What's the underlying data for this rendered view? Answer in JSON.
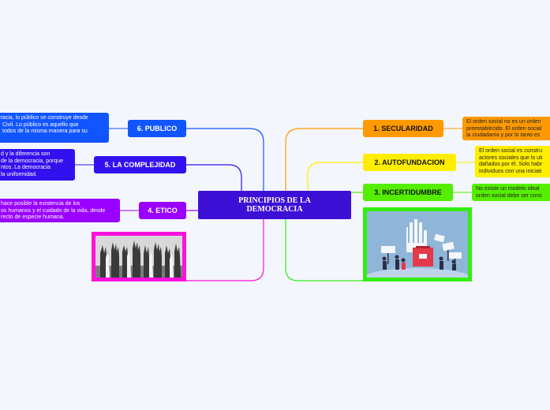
{
  "center": {
    "line1": "PRINCIPIOS DE LA",
    "line2": "DEMOCRACIA"
  },
  "colors": {
    "background": "#f3f6fc",
    "center": "#3d10d6",
    "secularidad": "#ff9900",
    "autofundacion": "#ffee00",
    "incertidumbre": "#55ee00",
    "publico": "#1155ff",
    "complejidad": "#3311ee",
    "etico": "#9900ff",
    "image_left": "#ff11dd",
    "image_right": "#33ee11"
  },
  "right": [
    {
      "key": "secularidad",
      "label": "1. SECULARIDAD",
      "note": [
        "El orden social no es un orden",
        "preestablecido. El orden social",
        "la ciudadanía y por lo tanto es"
      ]
    },
    {
      "key": "autofundacion",
      "label": "2. AUTOFUNDACION",
      "note": [
        "El orden social es constru",
        "actores sociales que lo uti",
        "dañados por él. Solo habr",
        "individuos con una iniciati"
      ]
    },
    {
      "key": "incertidumbre",
      "label": "3. INCERTIDUMBRE",
      "note": [
        "No existe un modelo ideal",
        "orden social debe ser cons"
      ]
    }
  ],
  "left": [
    {
      "key": "publico",
      "label": "6. PUBLICO",
      "note": [
        "cracia, lo público se construye desde",
        "Civil. Lo público es aquello que",
        "todos de la misma manera para su"
      ]
    },
    {
      "key": "complejidad",
      "label": "5. LA COMPLEJIDAD",
      "note": [
        "d y la diferencia son",
        "de la democracia, porque",
        "ntos. La democracia",
        "la uniformidad."
      ]
    },
    {
      "key": "etico",
      "label": "4. ETICO",
      "note": [
        "hace posible la existencia de los",
        "os humanos y el cuidado de la vida, desde",
        "recto de especie humana."
      ]
    }
  ],
  "images": {
    "left": {
      "icon": "raised-hands-photo-icon"
    },
    "right": {
      "icon": "voting-ballot-box-illustration-icon"
    }
  }
}
